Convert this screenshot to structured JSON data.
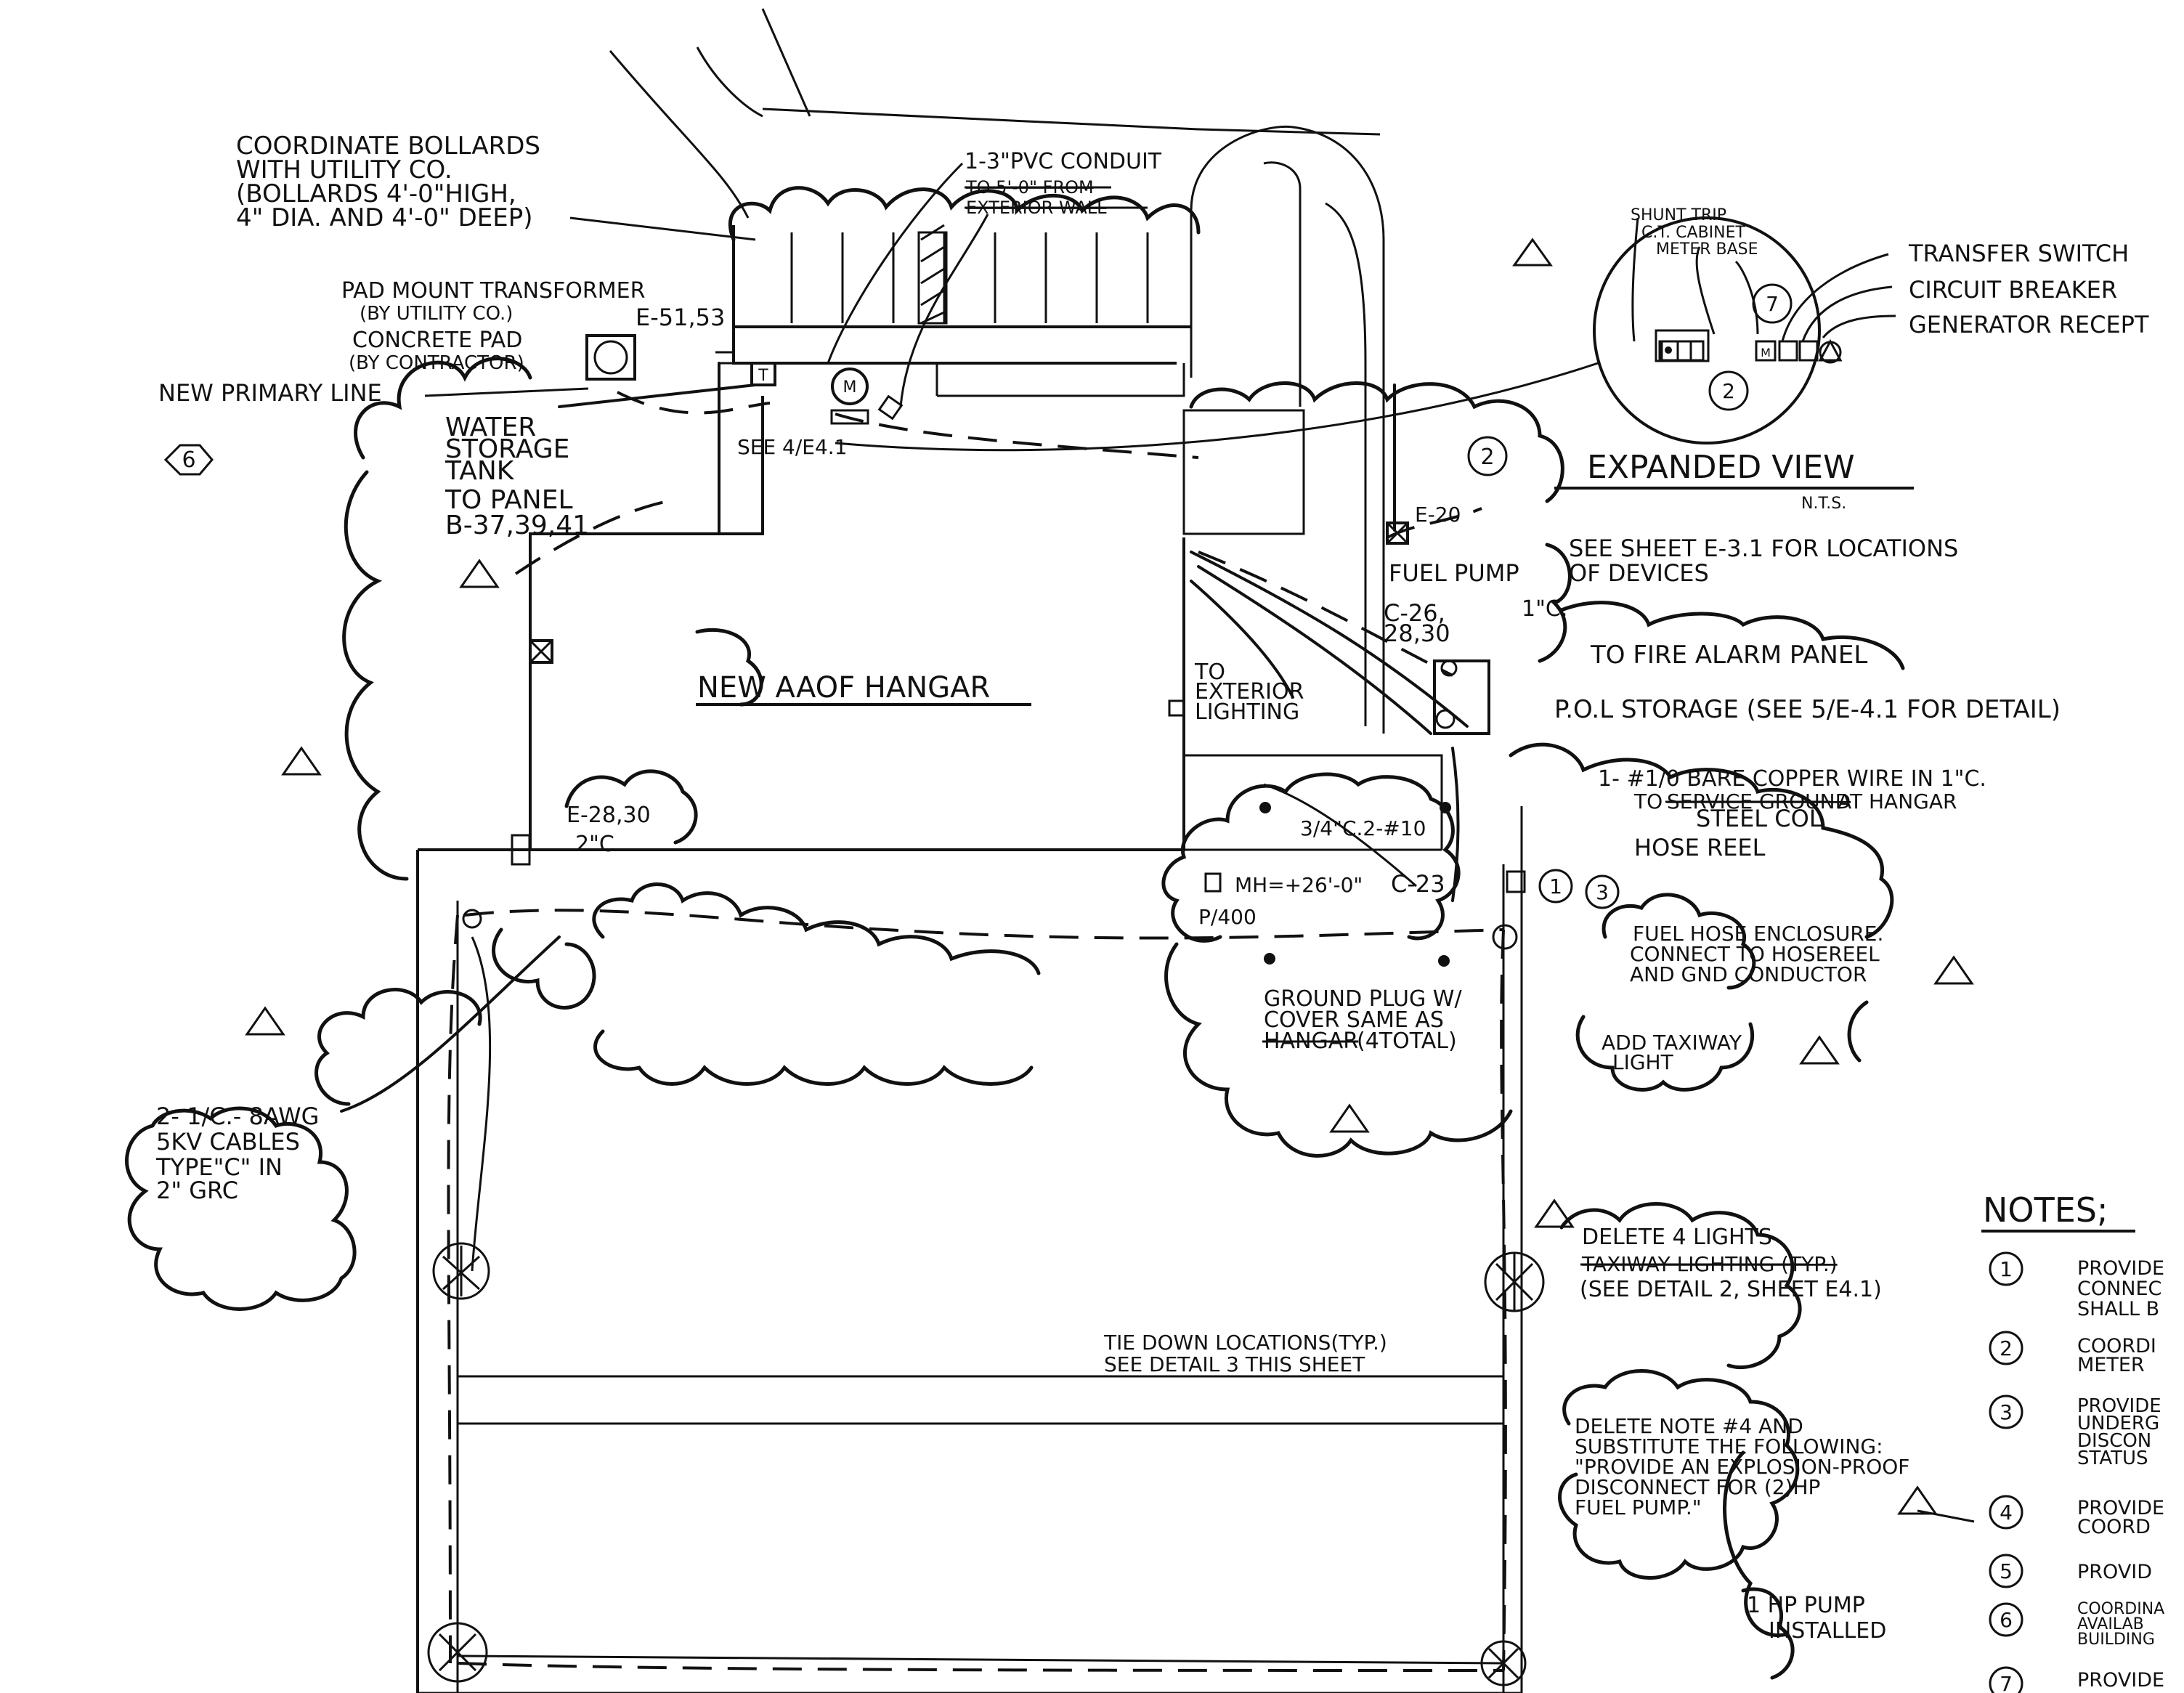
{
  "notes_callouts": {
    "bollards": [
      "COORDINATE BOLLARDS",
      "WITH UTILITY CO.",
      "(BOLLARDS 4'-0\"HIGH,",
      "4\" DIA. AND 4'-0\" DEEP)"
    ],
    "pad_mount": [
      "PAD MOUNT TRANSFORMER",
      "(BY UTILITY CO.)",
      "CONCRETE PAD",
      "(BY CONTRACTOR)"
    ],
    "e_51_53": "E-51,53",
    "primary_line": "NEW PRIMARY LINE",
    "conduit": "1-3\"PVC CONDUIT",
    "conduit_struck_1": "TO 5'-0\" FROM",
    "conduit_struck_2": "EXTERIOR WALL",
    "see_4_e41": "SEE 4/E4.1",
    "water_tank": [
      "WATER",
      "STORAGE",
      "TANK"
    ],
    "to_panel": [
      "TO PANEL",
      "B-37,39,41"
    ],
    "hangar_label": "NEW AAOF HANGAR",
    "to_exterior_lighting": [
      "TO",
      "EXTERIOR",
      "LIGHTING"
    ],
    "e_20": "E-20",
    "fuel_pump": "FUEL PUMP",
    "circuit_c26": [
      "C-26,",
      "28,30"
    ],
    "one_in_c": "1\"C.",
    "fire_alarm": "TO FIRE ALARM PANEL",
    "pol_storage": "P.O.L STORAGE (SEE 5/E-4.1 FOR DETAIL)",
    "copper_wire": "1- #1/0 BARE COPPER WIRE IN 1\"C.",
    "copper_wire_2": "TO",
    "copper_wire_struck": "SERVICE GROUND",
    "copper_wire_3": "AT HANGAR",
    "steel_col": "STEEL COL",
    "hose_reel": "HOSE REEL",
    "conduit_34": "3/4\"C.2-#10",
    "mh": "MH=+26'-0\"",
    "c_23": "C-23",
    "p_400": "P/400",
    "e_28_30": "E-28,30",
    "two_in_c": "2\"C",
    "fuel_hose": [
      "FUEL HOSE ENCLOSURE.",
      "CONNECT TO HOSEREEL",
      "AND GND CONDUCTOR"
    ],
    "ground_plug": [
      "GROUND PLUG W/",
      "COVER SAME AS"
    ],
    "ground_plug_struck": "HANGAR",
    "ground_plug_end": "(4TOTAL)",
    "taxiway": [
      "ADD TAXIWAY",
      "LIGHT"
    ],
    "cables": [
      "2- 1/C.- 8AWG",
      "5KV CABLES",
      "TYPE\"C\" IN",
      "2\" GRC"
    ],
    "delete_lights": "DELETE 4 LIGHTS",
    "taxiway_struck": "TAXIWAY LIGHTING (TYP.)",
    "see_detail_2": "(SEE DETAIL 2, SHEET E4.1)",
    "tie_down": [
      "TIE DOWN LOCATIONS(TYP.)",
      "SEE DETAIL 3 THIS SHEET"
    ],
    "delete_note": [
      "DELETE NOTE #4 AND",
      "SUBSTITUTE THE FOLLOWING:",
      "\"PROVIDE AN EXPLOSION-PROOF",
      "DISCONNECT FOR (2)HP",
      "FUEL PUMP.\""
    ],
    "pump_installed": [
      "1 HP PUMP",
      "INSTALLED"
    ]
  },
  "expanded_view": {
    "title": "EXPANDED VIEW",
    "scale": "N.T.S.",
    "note": [
      "SEE SHEET E-3.1 FOR LOCATIONS",
      "OF DEVICES"
    ],
    "labels": [
      "SHUNT TRIP",
      "C.T. CABINET",
      "METER BASE"
    ],
    "right_labels": [
      "TRANSFER SWITCH",
      "CIRCUIT BREAKER",
      "GENERATOR RECEPT"
    ],
    "tag_top": "7",
    "tag_bottom": "2",
    "meter_letter": "M"
  },
  "markers": {
    "note_2": "2",
    "note_1": "1",
    "note_3": "3",
    "note_6": "6",
    "transformer_letter": "T",
    "meter_letter": "M"
  },
  "notes_panel": {
    "title": "NOTES;",
    "items": [
      {
        "num": "1",
        "lines": [
          "PROVIDE",
          "CONNEC",
          "SHALL B"
        ]
      },
      {
        "num": "2",
        "lines": [
          "COORDI",
          "METER"
        ]
      },
      {
        "num": "3",
        "lines": [
          "PROVIDE",
          "UNDERG",
          "DISCON",
          "STATUS"
        ]
      },
      {
        "num": "4",
        "lines": [
          "PROVIDE",
          "COORD"
        ]
      },
      {
        "num": "5",
        "lines": [
          "PROVID"
        ]
      },
      {
        "num": "6",
        "lines": [
          "COORDINA",
          "AVAILAB",
          "BUILDING"
        ]
      },
      {
        "num": "7",
        "lines": [
          "PROVIDE"
        ]
      }
    ]
  },
  "revision_marks": [
    "△"
  ]
}
